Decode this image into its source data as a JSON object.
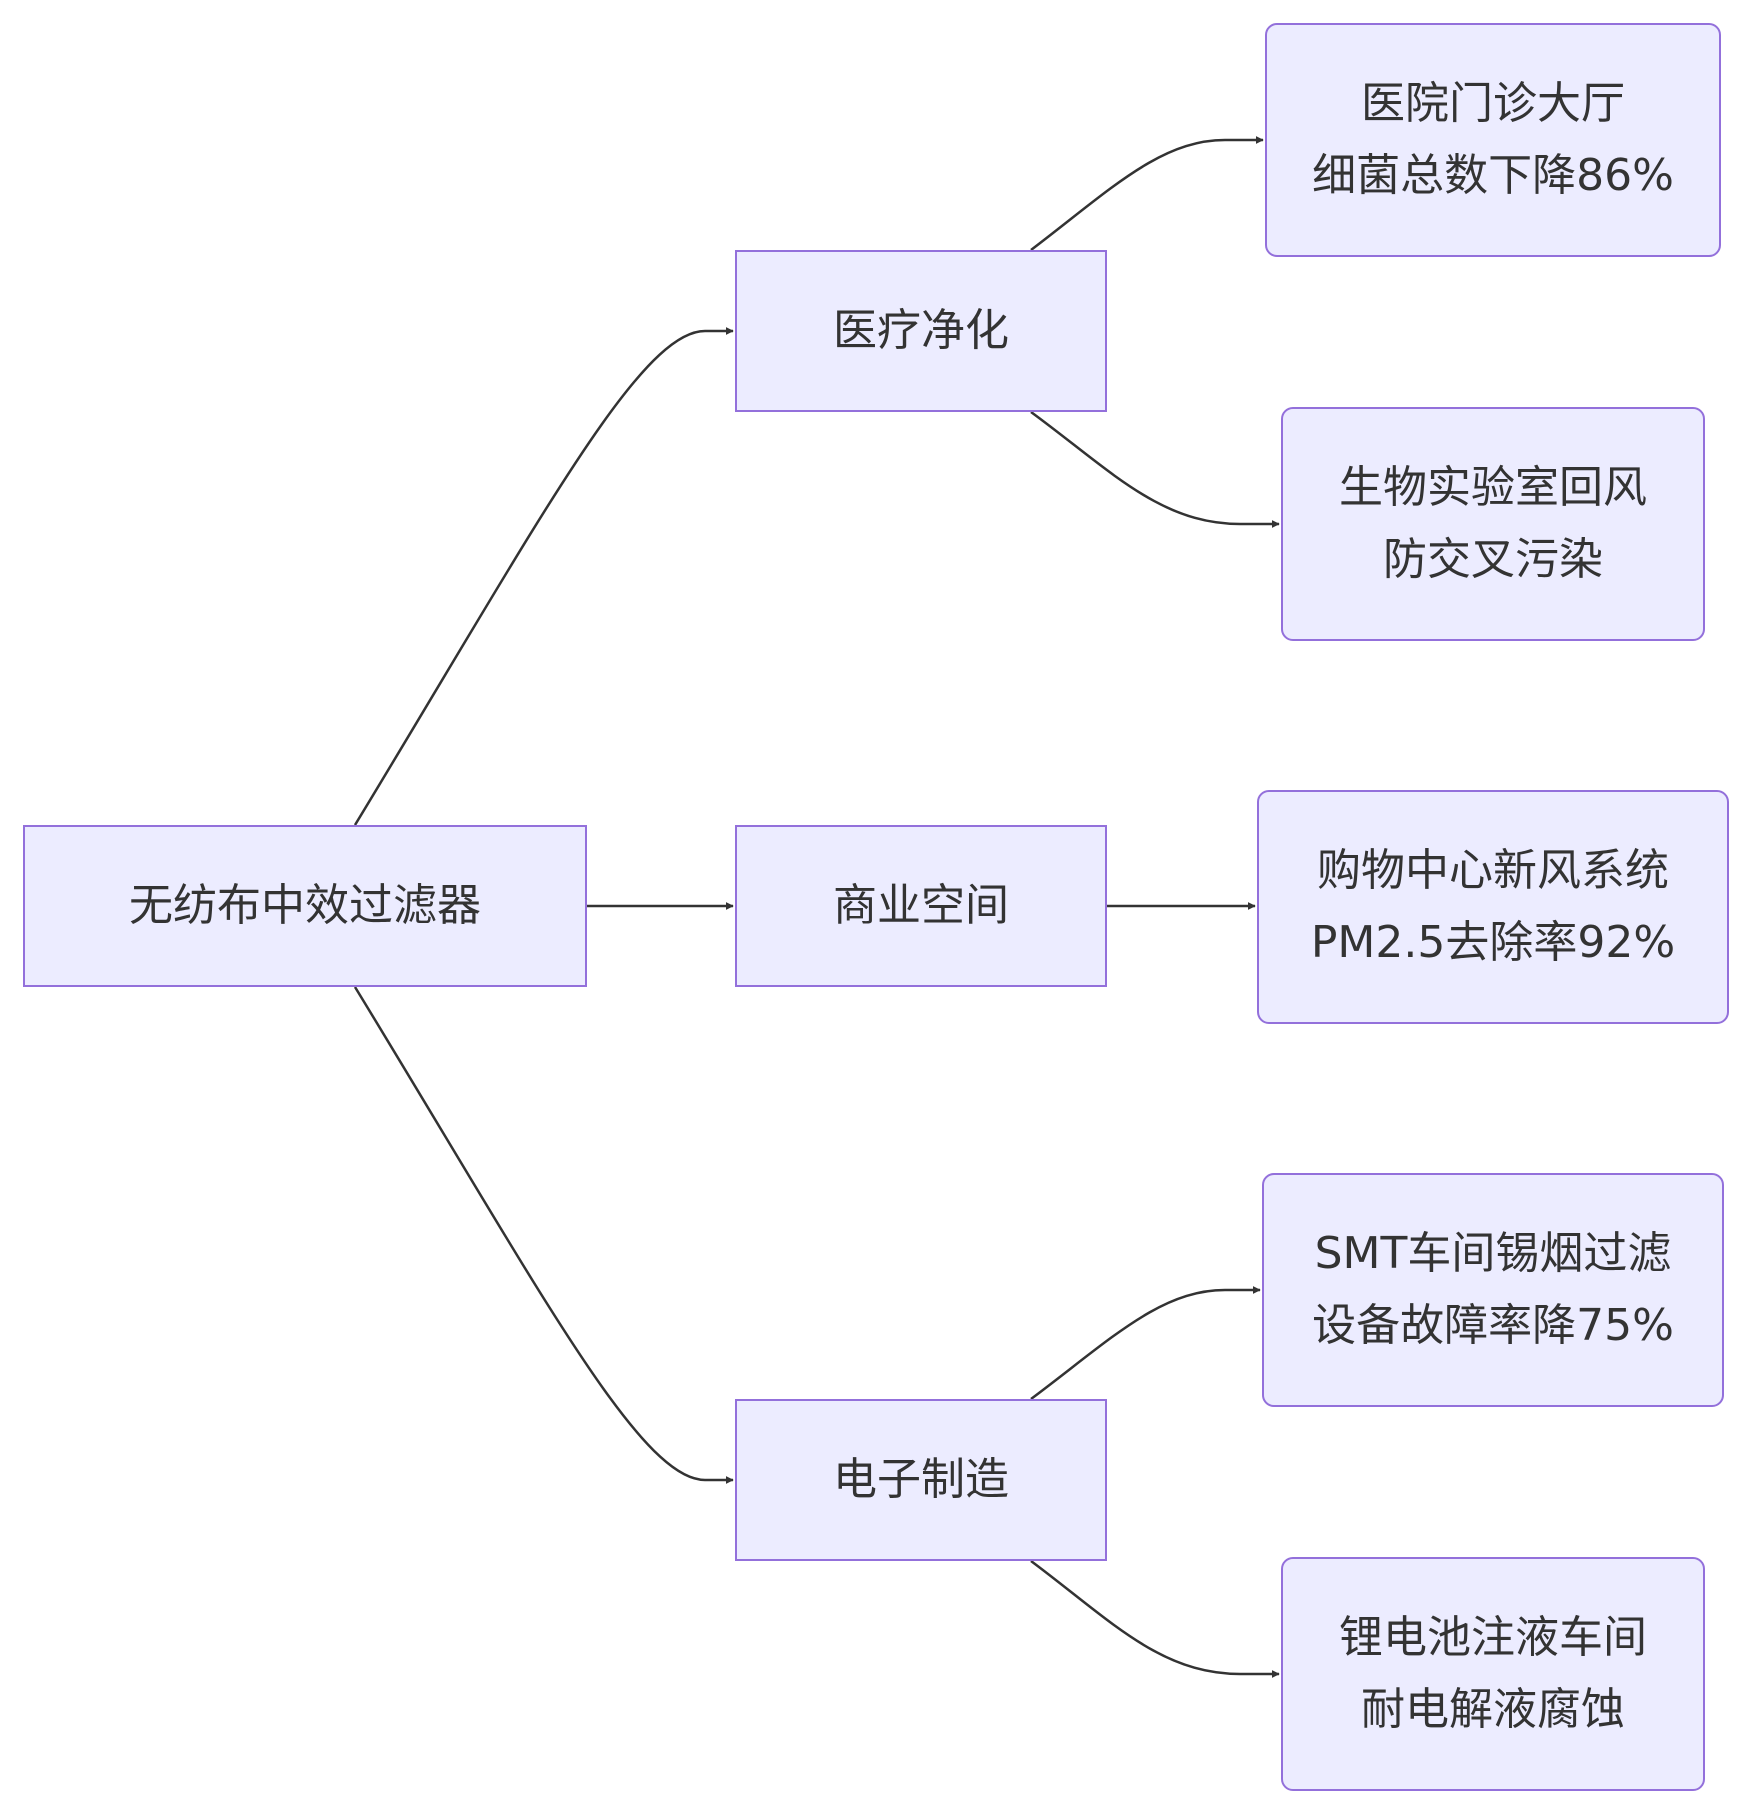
{
  "nodes": {
    "root": {
      "lines": [
        "无纺布中效过滤器"
      ]
    },
    "med": {
      "lines": [
        "医疗净化"
      ]
    },
    "com": {
      "lines": [
        "商业空间"
      ]
    },
    "ele": {
      "lines": [
        "电子制造"
      ]
    },
    "hos": {
      "lines": [
        "医院门诊大厅",
        "细菌总数下降86%"
      ]
    },
    "bio": {
      "lines": [
        "生物实验室回风",
        "防交叉污染"
      ]
    },
    "mall": {
      "lines": [
        "购物中心新风系统",
        "PM2.5去除率92%"
      ]
    },
    "smt": {
      "lines": [
        "SMT车间锡烟过滤",
        "设备故障率降75%"
      ]
    },
    "li": {
      "lines": [
        "锂电池注液车间",
        "耐电解液腐蚀"
      ]
    }
  },
  "edges": [
    {
      "from": "root",
      "to": "med"
    },
    {
      "from": "root",
      "to": "com"
    },
    {
      "from": "root",
      "to": "ele"
    },
    {
      "from": "med",
      "to": "hos"
    },
    {
      "from": "med",
      "to": "bio"
    },
    {
      "from": "com",
      "to": "mall"
    },
    {
      "from": "ele",
      "to": "smt"
    },
    {
      "from": "ele",
      "to": "li"
    }
  ],
  "colors": {
    "node_fill": "#ececff",
    "node_border": "#9370db",
    "edge": "#333333",
    "text": "#333333"
  }
}
